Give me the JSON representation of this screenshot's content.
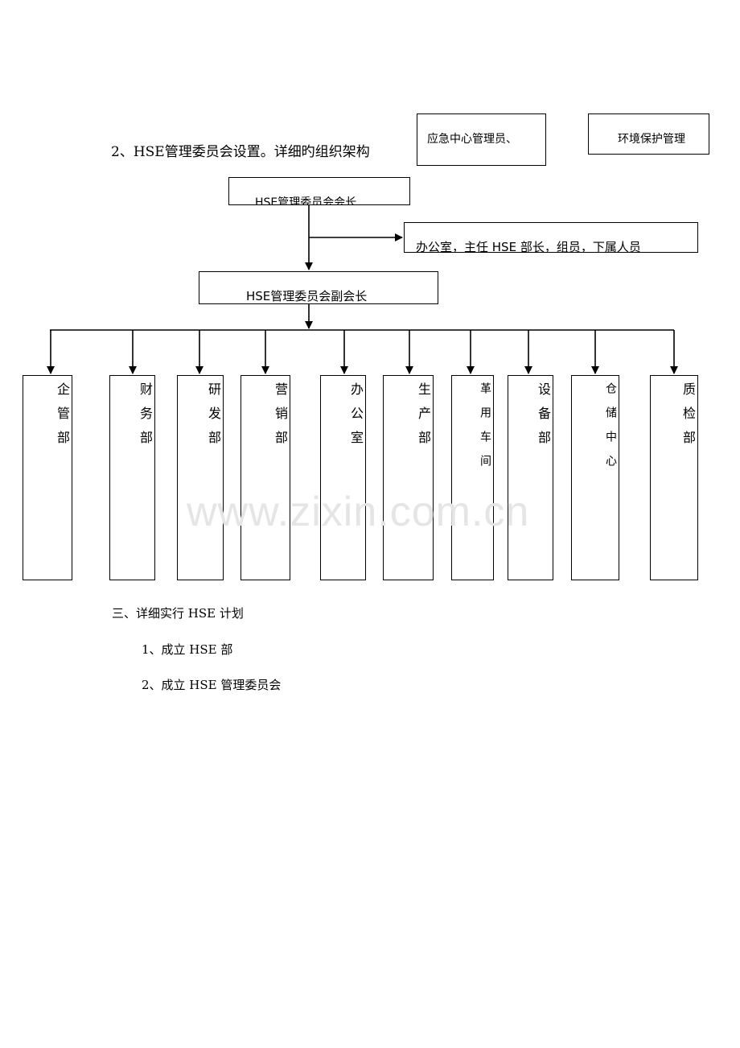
{
  "heading": "2、HSE管理委员会设置。详细旳组织架构",
  "top_boxes": {
    "emergency": "应急中心管理员、",
    "environment": "环境保护管理"
  },
  "chairman": "HSE管理委员会会长",
  "office_note": "办公室，主任 HSE 部长，组员，下属人员",
  "vice_chairman": "HSE管理委员会副会长",
  "departments": [
    "企管部",
    "财务部",
    "研发部",
    "营销部",
    "办公室",
    "生产部",
    "革用车间",
    "设备部",
    "仓储中心",
    "质检部"
  ],
  "watermark": "www.zixin.com.cn",
  "section3": {
    "title": "三、详细实行 HSE 计划",
    "items": [
      "1、成立 HSE 部",
      "2、成立 HSE 管理委员会"
    ]
  }
}
